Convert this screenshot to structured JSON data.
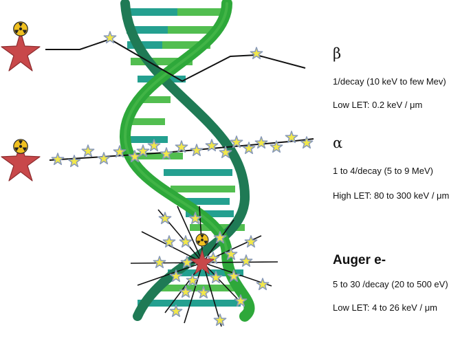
{
  "radiations": [
    {
      "symbol": "β",
      "decay_line": "1/decay (10 keV to few Mev)",
      "let_line": "Low LET: 0.2 keV / μm"
    },
    {
      "symbol": "α",
      "decay_line": "1 to 4/decay (5 to 9 MeV)",
      "let_line": "High LET: 80 to 300 keV / μm"
    },
    {
      "symbol": "Auger e-",
      "decay_line": "5 to 30 /decay (20 to 500 eV)",
      "let_line": "Low LET: 4 to 26 keV / μm"
    }
  ],
  "colors": {
    "helix_front": "#2ea83a",
    "helix_back": "#1f7a55",
    "rung_teal": "#24a090",
    "rung_green": "#52be50",
    "star_fill": "#f2e84a",
    "star_stroke": "#8a9bb8",
    "emitter_fill": "#c8484a",
    "radiation_badge": "#f0c020"
  },
  "icons": [
    "radioactive-source-icon",
    "ionization-star-icon",
    "emitter-star-icon"
  ]
}
